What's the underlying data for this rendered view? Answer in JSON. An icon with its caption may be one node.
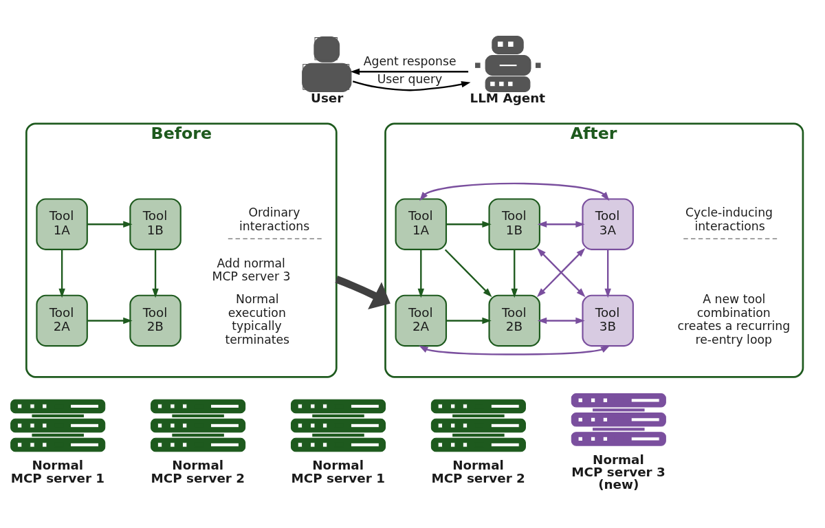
{
  "diagram": {
    "nodes": [
      {
        "text": [],
        "shape": "person",
        "beside": [
          "User"
        ]
      },
      {
        "text": [],
        "shape": "picture",
        "beside": [
          "LLM Agent"
        ]
      },
      {
        "text": [
          "Before"
        ]
      },
      {
        "text": [
          "Tool 1A"
        ],
        "in": 2
      },
      {
        "text": [
          "Tool 1B"
        ],
        "in": 2
      },
      {
        "text": [
          "Tool 2A"
        ],
        "in": 2
      },
      {
        "text": [
          "Tool 2B"
        ],
        "in": 2
      },
      {
        "text": [
          "After"
        ]
      },
      {
        "text": [
          "Tool 1A"
        ],
        "in": 7
      },
      {
        "text": [
          "Tool 1B"
        ],
        "in": 7
      },
      {
        "text": [
          "Tool 3A"
        ],
        "in": 7
      },
      {
        "text": [
          "Tool 2A"
        ],
        "in": 7
      },
      {
        "text": [
          "Tool 2B"
        ],
        "in": 7
      },
      {
        "text": [
          "Tool 3B"
        ],
        "in": 7
      },
      {
        "text": [],
        "shape": "picture",
        "beside": [
          "Normal MCP server 1"
        ]
      },
      {
        "text": [],
        "shape": "picture",
        "beside": [
          "Normal MCP server 2"
        ]
      },
      {
        "text": [],
        "shape": "picture",
        "beside": [
          "Normal MCP server 1"
        ]
      },
      {
        "text": [],
        "shape": "picture",
        "beside": [
          "Normal MCP server 2"
        ]
      },
      {
        "text": [],
        "shape": "picture",
        "beside": [
          "Normal MCP server 3 (new)"
        ]
      }
    ],
    "edges": [
      {
        "from": 0,
        "to": 1,
        "arrow": "to",
        "label": "User query",
        "color": "#000000"
      },
      {
        "from": 1,
        "to": 0,
        "arrow": "to",
        "label": "Agent response",
        "color": "#000000"
      },
      {
        "from": 3,
        "to": 4,
        "arrow": "to"
      },
      {
        "from": 3,
        "to": 5,
        "arrow": "to"
      },
      {
        "from": 4,
        "to": 6,
        "arrow": "to"
      },
      {
        "from": 5,
        "to": 6,
        "arrow": "to"
      },
      {
        "from": 2,
        "to": 7,
        "arrow": "to",
        "label": "Add normal MCP server 3",
        "style": "thick",
        "color": "#404040"
      },
      {
        "from": 8,
        "to": 9,
        "arrow": "to"
      },
      {
        "from": 8,
        "to": 11,
        "arrow": "to"
      },
      {
        "from": 8,
        "to": 12,
        "arrow": "to"
      },
      {
        "from": 9,
        "to": 12,
        "arrow": "to"
      },
      {
        "from": 11,
        "to": 12,
        "arrow": "to"
      },
      {
        "from": 8,
        "to": 10,
        "arrow": "both",
        "color": "#7a4f9e"
      },
      {
        "from": 9,
        "to": 10,
        "arrow": "both",
        "color": "#7a4f9e"
      },
      {
        "from": 9,
        "to": 13,
        "arrow": "both",
        "color": "#7a4f9e"
      },
      {
        "from": 12,
        "to": 10,
        "arrow": "both",
        "color": "#7a4f9e"
      },
      {
        "from": 10,
        "to": 13,
        "arrow": "to",
        "color": "#7a4f9e"
      },
      {
        "from": 12,
        "to": 13,
        "arrow": "both",
        "color": "#7a4f9e"
      },
      {
        "from": 11,
        "to": 13,
        "arrow": "both",
        "color": "#7a4f9e"
      }
    ],
    "labels": [
      "Ordinary interactions",
      "Normal execution typically terminates",
      "Cycle-inducing interactions",
      "A new tool combination creates a recurring re-entry loop"
    ]
  }
}
